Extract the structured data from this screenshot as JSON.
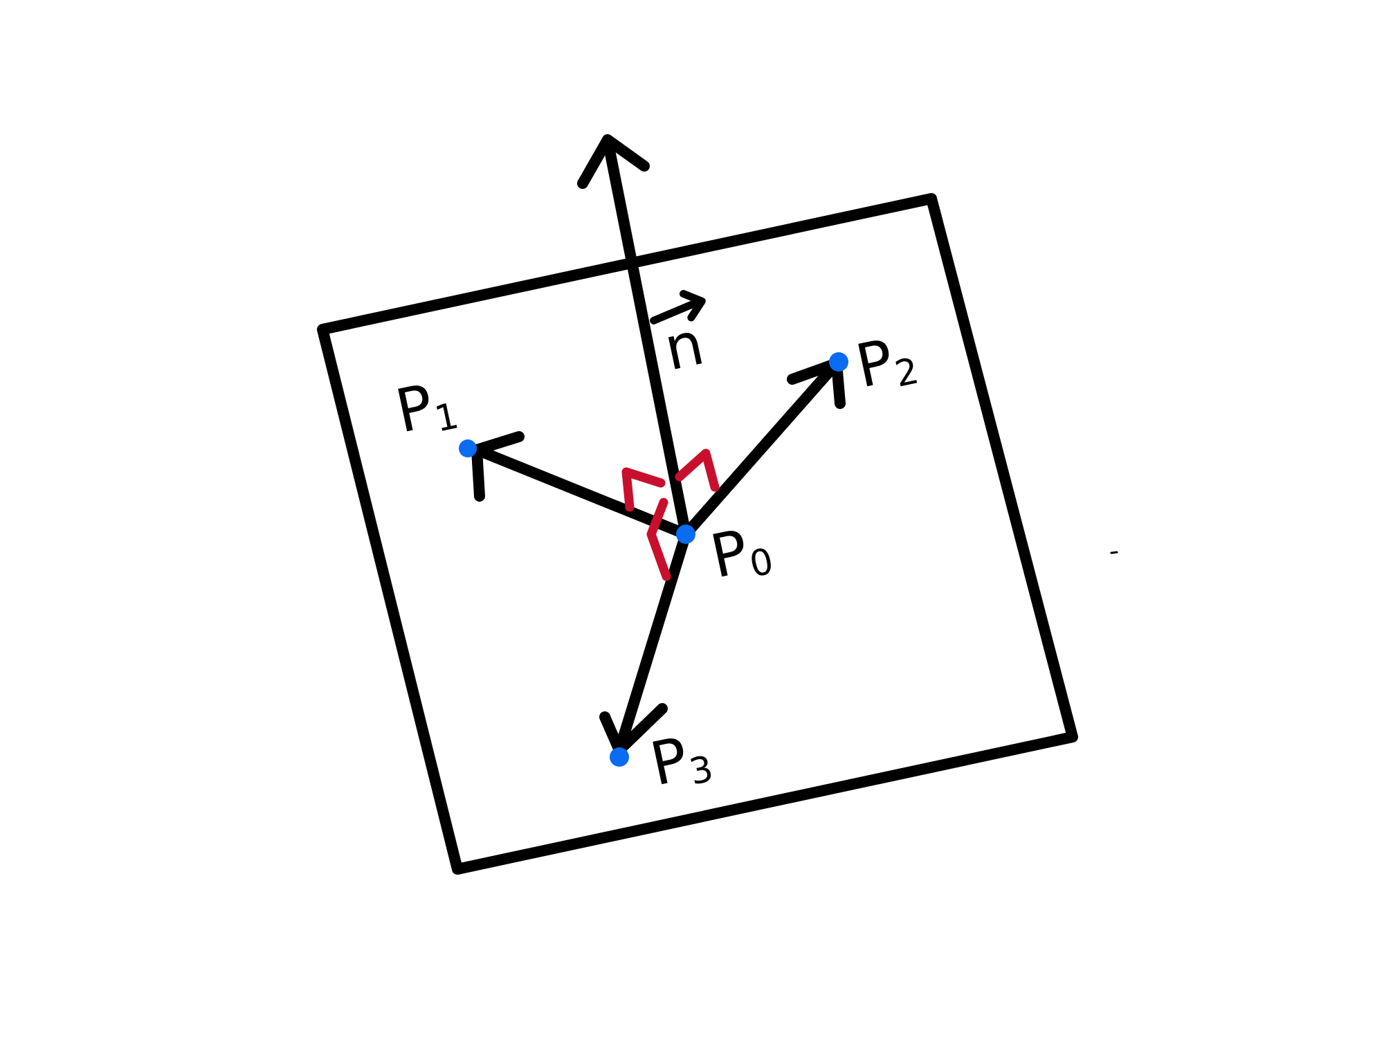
{
  "colors": {
    "ink": "#000000",
    "right_angle": "#c8102e",
    "point": "#0a6cf0"
  },
  "labels": {
    "normal": "n",
    "p0": {
      "base": "P",
      "sub": "0"
    },
    "p1": {
      "base": "P",
      "sub": "1"
    },
    "p2": {
      "base": "P",
      "sub": "2"
    },
    "p3": {
      "base": "P",
      "sub": "3"
    }
  }
}
